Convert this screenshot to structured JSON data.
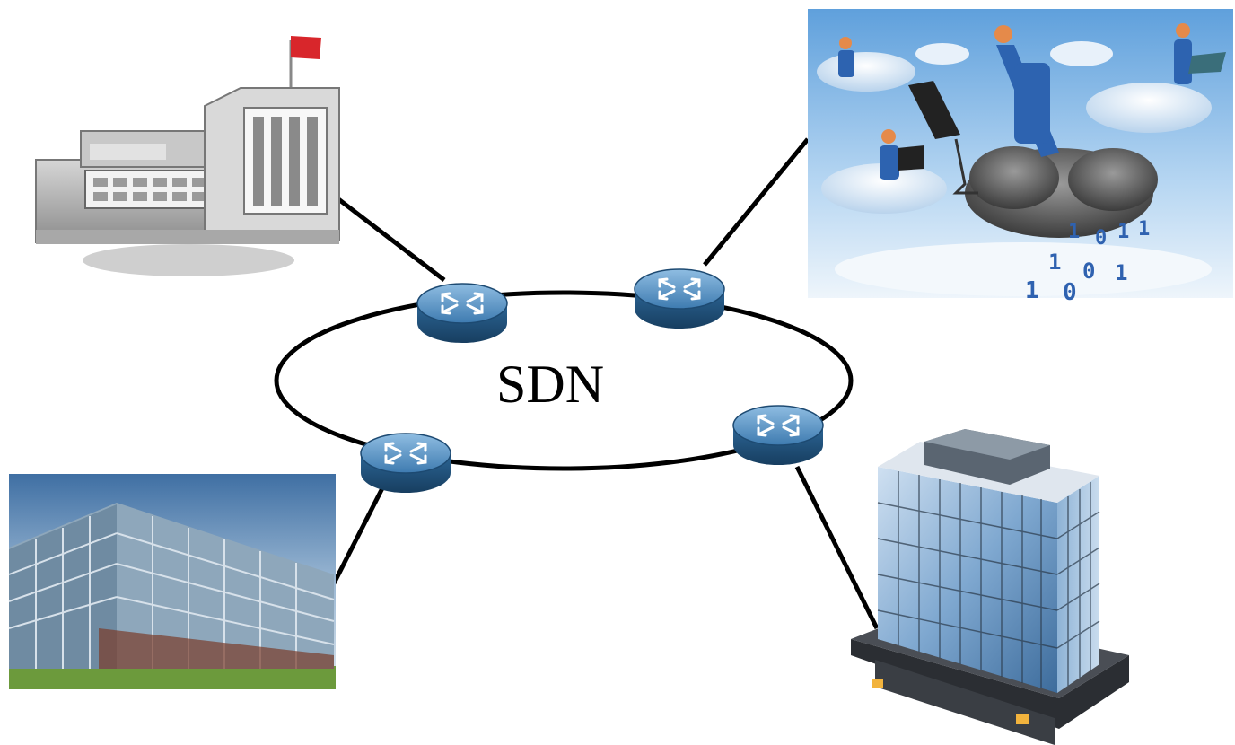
{
  "diagram": {
    "center_label": "SDN"
  },
  "nodes": {
    "top_left": {
      "kind": "factory",
      "icon": "factory-icon"
    },
    "top_right": {
      "kind": "cloud-users",
      "icon": "cloud-computing-illustration"
    },
    "bottom_left": {
      "kind": "office-building-photo",
      "icon": "glass-office-building"
    },
    "bottom_right": {
      "kind": "office-tower",
      "icon": "office-tower-icon"
    }
  },
  "routers": [
    {
      "icon": "router-icon"
    },
    {
      "icon": "router-icon"
    },
    {
      "icon": "router-icon"
    },
    {
      "icon": "router-icon"
    }
  ],
  "colors": {
    "link": "#000000",
    "router_body": "#2f6c9a",
    "router_top": "#5d97c6",
    "factory_gray": "#9a9a9a",
    "sky": "#9cc5ec"
  }
}
